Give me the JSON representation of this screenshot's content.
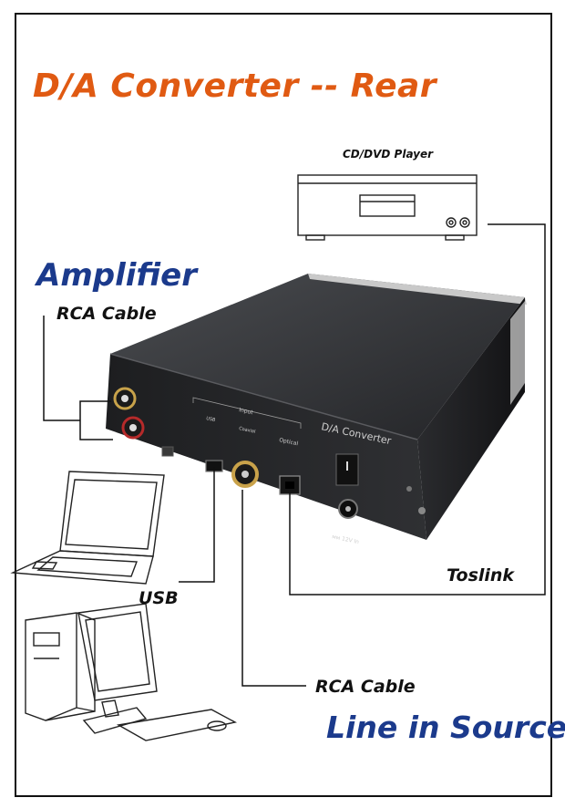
{
  "title": "D/A Converter -- Rear",
  "amplifier_label": "Amplifier",
  "rca_cable_top": "RCA Cable",
  "cd_player_label": "CD/DVD Player",
  "usb_label": "USB",
  "toslink_label": "Toslink",
  "rca_cable_bottom": "RCA Cable",
  "line_in_label": "Line in Source",
  "device": {
    "name": "D/A Converter",
    "input_label": "Input",
    "usb_port_label": "USB",
    "coaxial_label": "Coaxial",
    "optical_label": "Optical",
    "power_label": "ᴍᴍ 12V In"
  },
  "colors": {
    "title": "#e05a12",
    "accent_blue": "#1b3a8c",
    "device_body": "#2b2c2f"
  }
}
